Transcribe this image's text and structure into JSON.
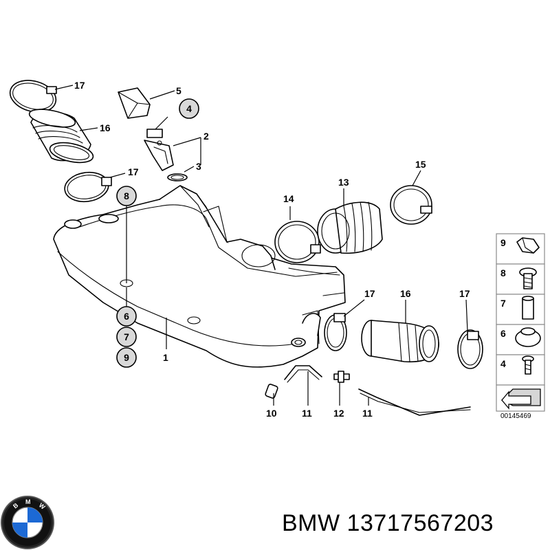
{
  "callouts": {
    "c17a": "17",
    "c5": "5",
    "c4": "4",
    "c16a": "16",
    "c2": "2",
    "c3": "3",
    "c17b": "17",
    "c8": "8",
    "c6": "6",
    "c7": "7",
    "c9": "9",
    "c1": "1",
    "c14": "14",
    "c13": "13",
    "c15": "15",
    "c17c": "17",
    "c16b": "16",
    "c17d": "17",
    "c10": "10",
    "c11a": "11",
    "c12": "12",
    "c11b": "11"
  },
  "legend": {
    "r9": "9",
    "r8": "8",
    "r7": "7",
    "r6": "6",
    "r4": "4",
    "doc_number": "00145469"
  },
  "logo": {
    "name": "bmw-roundel",
    "letters": "BMW",
    "colors": {
      "blue": "#1c69d4",
      "black": "#111111",
      "white": "#ffffff"
    }
  },
  "caption": {
    "brand": "BMW",
    "part_number": "13717567203"
  }
}
